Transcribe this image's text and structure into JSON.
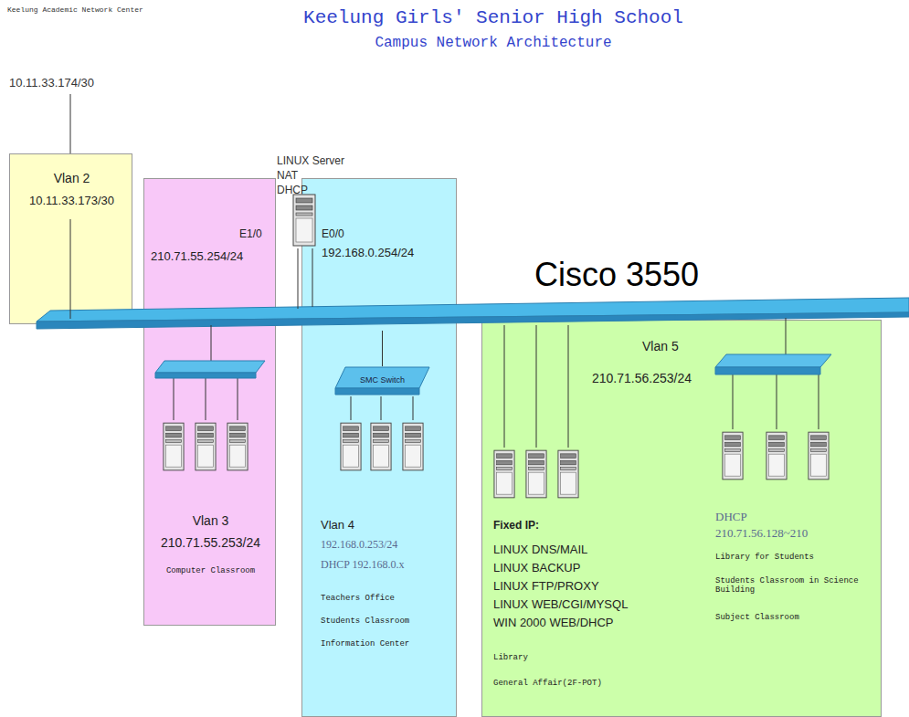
{
  "diagram": {
    "title": "Keelung Girls' Senior High School",
    "nodes": [
      {
        "text": [
          "Vlan 2",
          "10.11.33.173/30"
        ]
      },
      {
        "text": [
          "Vlan 3",
          "210.71.55.253/24",
          "Computer Classroom"
        ]
      },
      {
        "text": [
          "Vlan 4",
          "192.168.0.253/24",
          "DHCP 192.168.0.x",
          "Teachers Office",
          "Students Classroom",
          "Information Center"
        ]
      },
      {
        "text": [
          "SMC Switch"
        ],
        "in": 2
      },
      {
        "text": [
          "Vlan 5",
          "210.71.56.253/24",
          "Fixed IP:",
          "LINUX DNS/MAIL",
          "LINUX BACKUP",
          "LINUX FTP/PROXY",
          "LINUX WEB/CGI/MYSQL",
          "WIN 2000 WEB/DHCP",
          "Library",
          "General Affair(2F-POT)",
          "DHCP",
          "210.71.56.128~210",
          "Library for Students",
          "Students Classroom in Science Building",
          "Subject Classroom"
        ]
      },
      {
        "text": [
          "Cisco 3550"
        ]
      }
    ],
    "edges": [
      {
        "from": 3,
        "to": 5,
        "arrow": "none"
      }
    ],
    "labels": [
      "Keelung Academic Network Center",
      "Campus Network Architecture",
      "10.11.33.174/30",
      "LINUX Server",
      "NAT",
      "DHCP",
      "E1/0",
      "210.71.55.254/24",
      "E0/0",
      "192.168.0.254/24"
    ]
  }
}
